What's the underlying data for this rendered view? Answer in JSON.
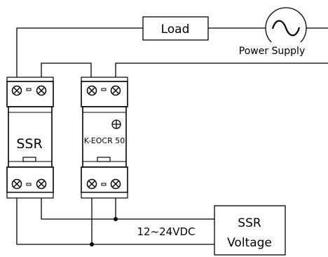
{
  "diagram": {
    "load_label": "Load",
    "power_supply_label": "Power Supply",
    "ssr_label": "SSR",
    "eocr_label": "K-EOCR 50",
    "voltage_range_label": "12~24VDC",
    "ssr_voltage_line1": "SSR",
    "ssr_voltage_line2": "Voltage"
  }
}
